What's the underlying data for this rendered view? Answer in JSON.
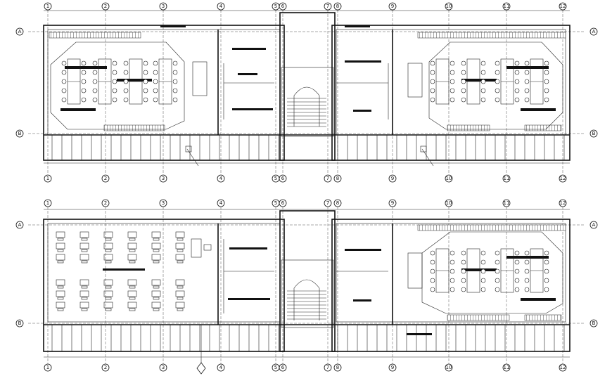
{
  "drawing": {
    "top_plan": {
      "grid_columns": [
        "1",
        "2",
        "3",
        "4",
        "5",
        "6",
        "7",
        "8",
        "9",
        "10",
        "11",
        "12"
      ],
      "grid_rows": [
        "A",
        "B"
      ]
    },
    "bottom_plan": {
      "grid_columns": [
        "1",
        "2",
        "3",
        "4",
        "5",
        "6",
        "7",
        "8",
        "9",
        "10",
        "11",
        "12"
      ],
      "grid_rows": [
        "A",
        "B"
      ]
    }
  },
  "colors": {
    "ink": "#111111",
    "paper": "#ffffff"
  }
}
